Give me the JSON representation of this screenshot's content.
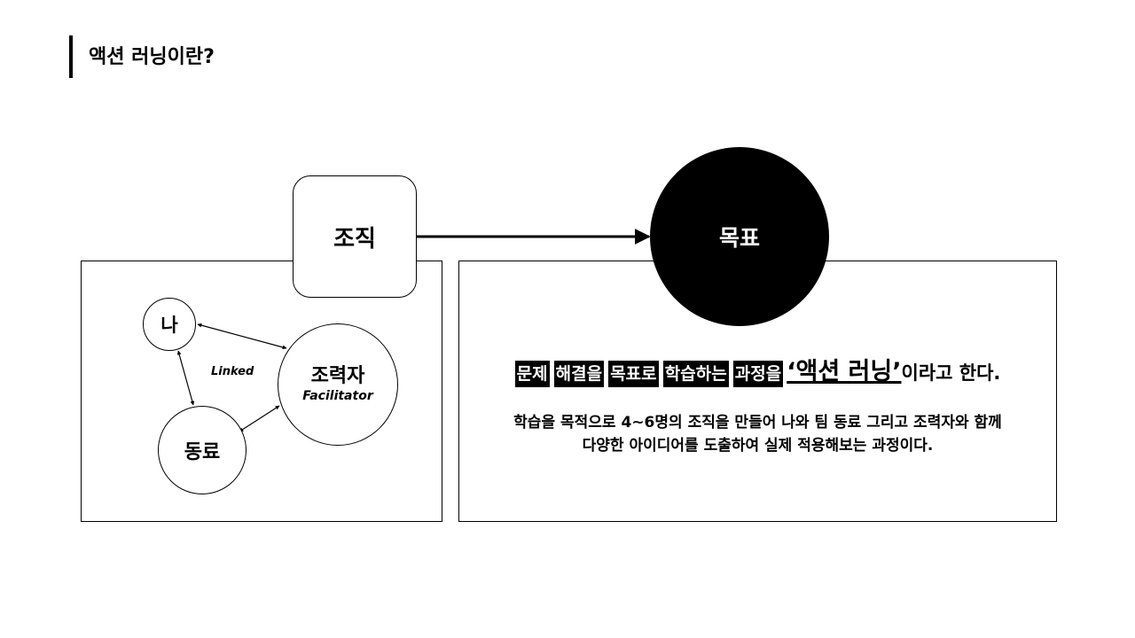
{
  "slide": {
    "title": "액션 러닝이란?"
  },
  "diagram": {
    "org_label": "조직",
    "goal_label": "목표",
    "nodes": {
      "me": "나",
      "peer": "동료",
      "facilitator": "조력자",
      "facilitator_sub": "Facilitator"
    },
    "link_label": "Linked"
  },
  "definition": {
    "highlight_words": [
      "문제",
      "해결을",
      "목표로",
      "학습하는",
      "과정을"
    ],
    "term": "‘액션 러닝’",
    "tail": "이라고 한다.",
    "description_line1": "학습을 목적으로 4~6명의 조직을 만들어 나와 팀 동료 그리고 조력자와 함께",
    "description_line2": "다양한 아이디어를 도출하여 실제 적용해보는 과정이다."
  }
}
